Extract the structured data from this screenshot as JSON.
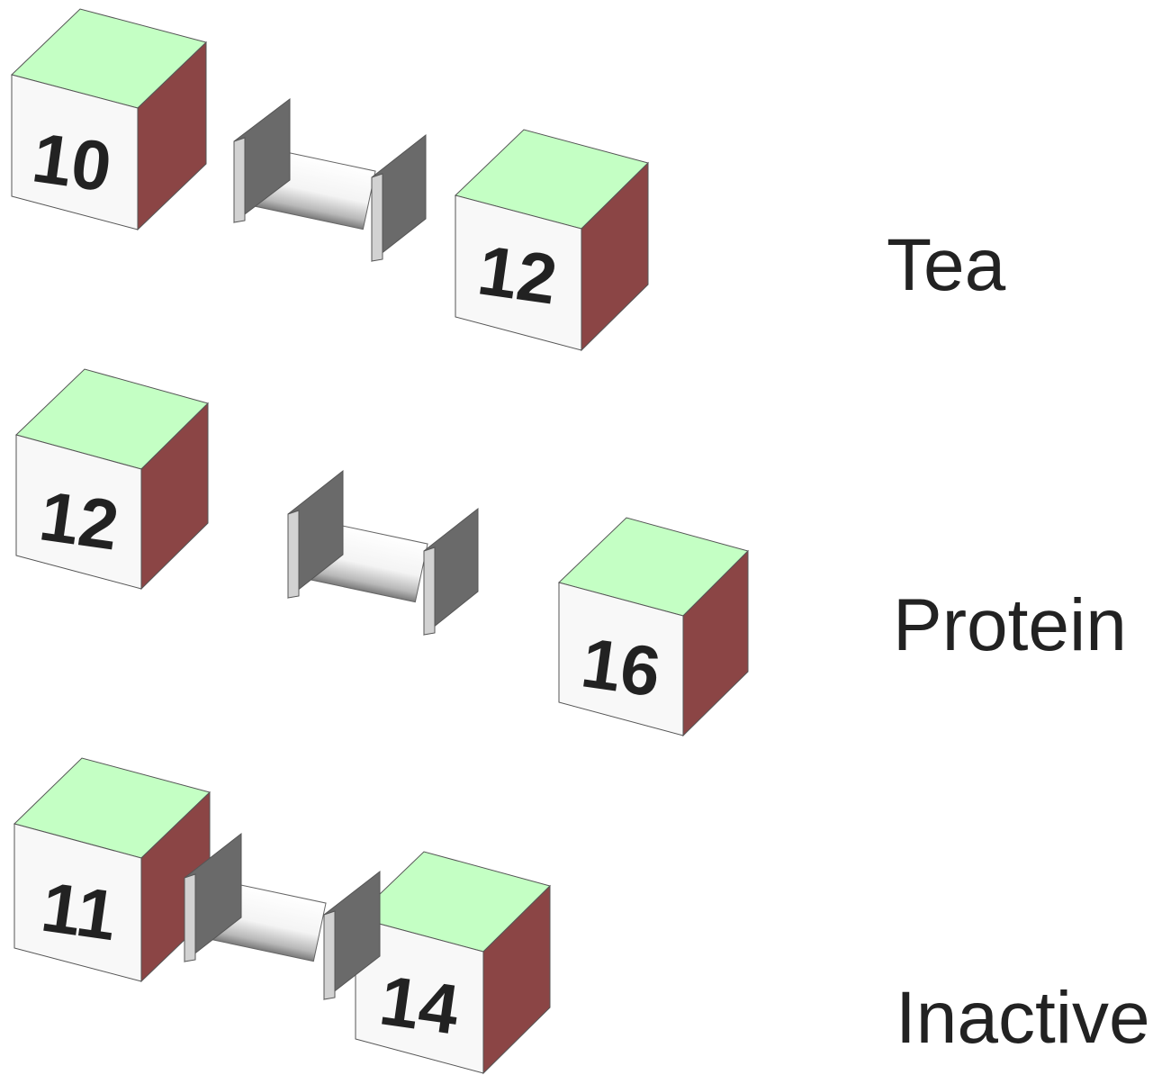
{
  "colors": {
    "cube_front": "#f8f8f8",
    "cube_top": "#c4ffc4",
    "cube_side": "#8b4545",
    "outline": "#555555",
    "plate_face": "#d2d2d2",
    "plate_side": "#6a6a6a",
    "text": "#222222"
  },
  "rows": [
    {
      "label": "Tea",
      "left_cube": "10",
      "right_cube": "12"
    },
    {
      "label": "Protein",
      "left_cube": "12",
      "right_cube": "16"
    },
    {
      "label": "Inactive",
      "left_cube": "11",
      "right_cube": "14"
    }
  ]
}
